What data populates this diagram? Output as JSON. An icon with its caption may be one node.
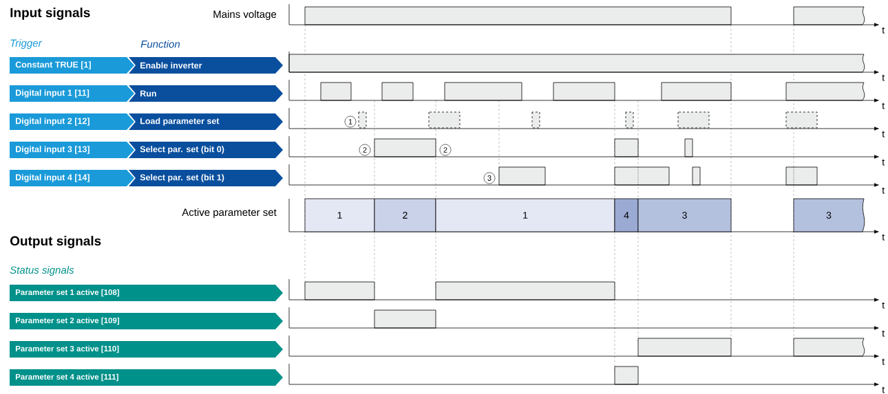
{
  "diagram": {
    "nodes": [
      {
        "text": [
          "Constant TRUE [1]"
        ]
      },
      {
        "text": [
          "Digital input 1 [11]"
        ]
      },
      {
        "text": [
          "Digital input 2 [12]"
        ]
      },
      {
        "text": [
          "Digital input 3 [13]"
        ]
      },
      {
        "text": [
          "Digital input 4 [14]"
        ]
      },
      {
        "text": [
          "Enable inverter"
        ]
      },
      {
        "text": [
          "Run"
        ]
      },
      {
        "text": [
          "Load parameter set"
        ]
      },
      {
        "text": [
          "Select par. set (bit 0)"
        ]
      },
      {
        "text": [
          "Select par. set (bit 1)"
        ]
      },
      {
        "text": [
          "1"
        ]
      },
      {
        "text": [
          "2"
        ]
      },
      {
        "text": [
          "1"
        ]
      },
      {
        "text": [
          "4"
        ]
      },
      {
        "text": [
          "3"
        ]
      },
      {
        "text": [
          "3"
        ]
      },
      {
        "text": [
          "Parameter set 1 active [108]"
        ]
      },
      {
        "text": [
          "Parameter set 2 active [109]"
        ]
      },
      {
        "text": [
          "Parameter set 3 active [110]"
        ]
      },
      {
        "text": [
          "Parameter set 4 active [111]"
        ]
      }
    ],
    "labels": [
      "Input signals",
      "Mains voltage",
      "t",
      "Trigger",
      "Function",
      "t",
      "t",
      "1",
      "t",
      "2",
      "2",
      "t",
      "3",
      "t",
      "Active parameter set",
      "t",
      "Output signals",
      "Status signals",
      "t",
      "t",
      "t",
      "t"
    ]
  }
}
